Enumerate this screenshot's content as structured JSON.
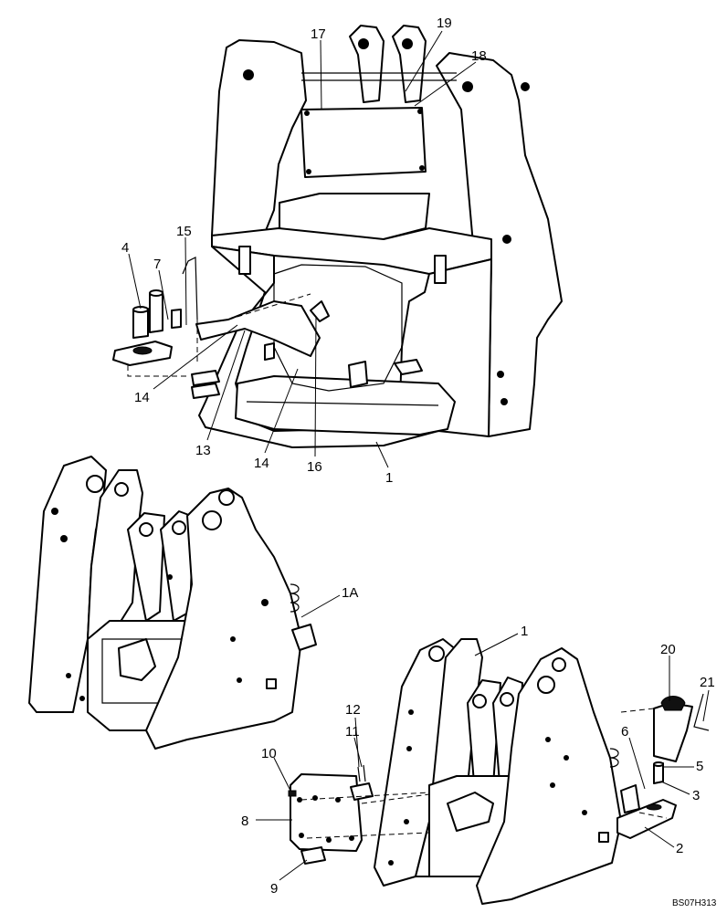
{
  "diagram": {
    "callouts": [
      "19",
      "17",
      "18",
      "15",
      "4",
      "7",
      "14",
      "13",
      "14",
      "16",
      "1",
      "1A",
      "1",
      "20",
      "21",
      "12",
      "11",
      "10",
      "6",
      "5",
      "3",
      "8",
      "2",
      "9"
    ],
    "drawing_code": "BS07H313"
  }
}
